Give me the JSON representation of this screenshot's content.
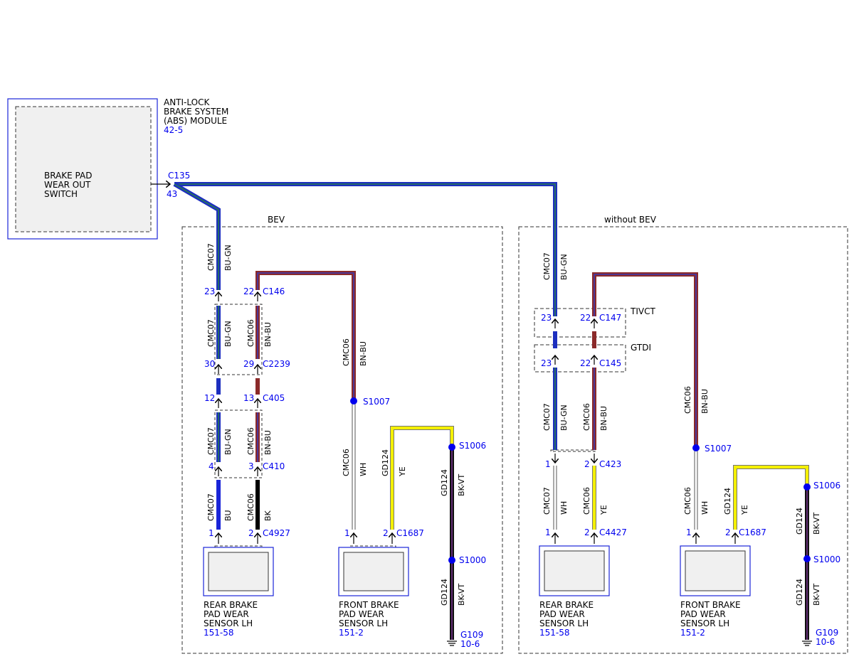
{
  "module": {
    "name_lines": [
      "ANTI-LOCK",
      "BRAKE SYSTEM",
      "(ABS) MODULE"
    ],
    "ref": "42-5",
    "inner_lines": [
      "BRAKE PAD",
      "WEAR OUT",
      "SWITCH"
    ],
    "connector": "C135",
    "pin": "43"
  },
  "colors": {
    "BU-GN": "#1d2fbf",
    "BU-GN-stripe": "#2a8a3a",
    "BU": "#1a25d8",
    "BN-BU": "#8b2a2a",
    "BN-BU-stripe": "#2a3fd0",
    "BK": "#000000",
    "WH": "#ffffff",
    "YE": "#f4f000",
    "BK-VT": "#101010",
    "BK-VT-stripe": "#8a3aa8",
    "link": "#0000ee"
  },
  "groups": {
    "bev": "BEV",
    "without_bev": "without BEV"
  },
  "options": {
    "tivct": "TIVCT",
    "gtdi": "GTDI"
  },
  "circuits": {
    "cmc07": "CMC07",
    "cmc06": "CMC06",
    "gd124": "GD124"
  },
  "wire_colors": {
    "bu_gn": "BU-GN",
    "bn_bu": "BN-BU",
    "bu": "BU",
    "bk": "BK",
    "wh": "WH",
    "ye": "YE",
    "bk_vt": "BK-VT"
  },
  "connectors": {
    "c146": "C146",
    "c2239": "C2239",
    "c405": "C405",
    "c410": "C410",
    "c4927": "C4927",
    "c1687": "C1687",
    "c147": "C147",
    "c145": "C145",
    "c423": "C423",
    "c4427": "C4427"
  },
  "splices": {
    "s1007": "S1007",
    "s1006": "S1006",
    "s1000": "S1000"
  },
  "ground": {
    "name": "G109",
    "ref": "10-6"
  },
  "pins": {
    "p23": "23",
    "p22": "22",
    "p30": "30",
    "p29": "29",
    "p12": "12",
    "p13": "13",
    "p4": "4",
    "p3": "3",
    "p1": "1",
    "p2": "2"
  },
  "sensors": {
    "rear": {
      "lines": [
        "REAR BRAKE",
        "PAD WEAR",
        "SENSOR LH"
      ],
      "ref": "151-58"
    },
    "front": {
      "lines": [
        "FRONT BRAKE",
        "PAD WEAR",
        "SENSOR LH"
      ],
      "ref": "151-2"
    }
  }
}
